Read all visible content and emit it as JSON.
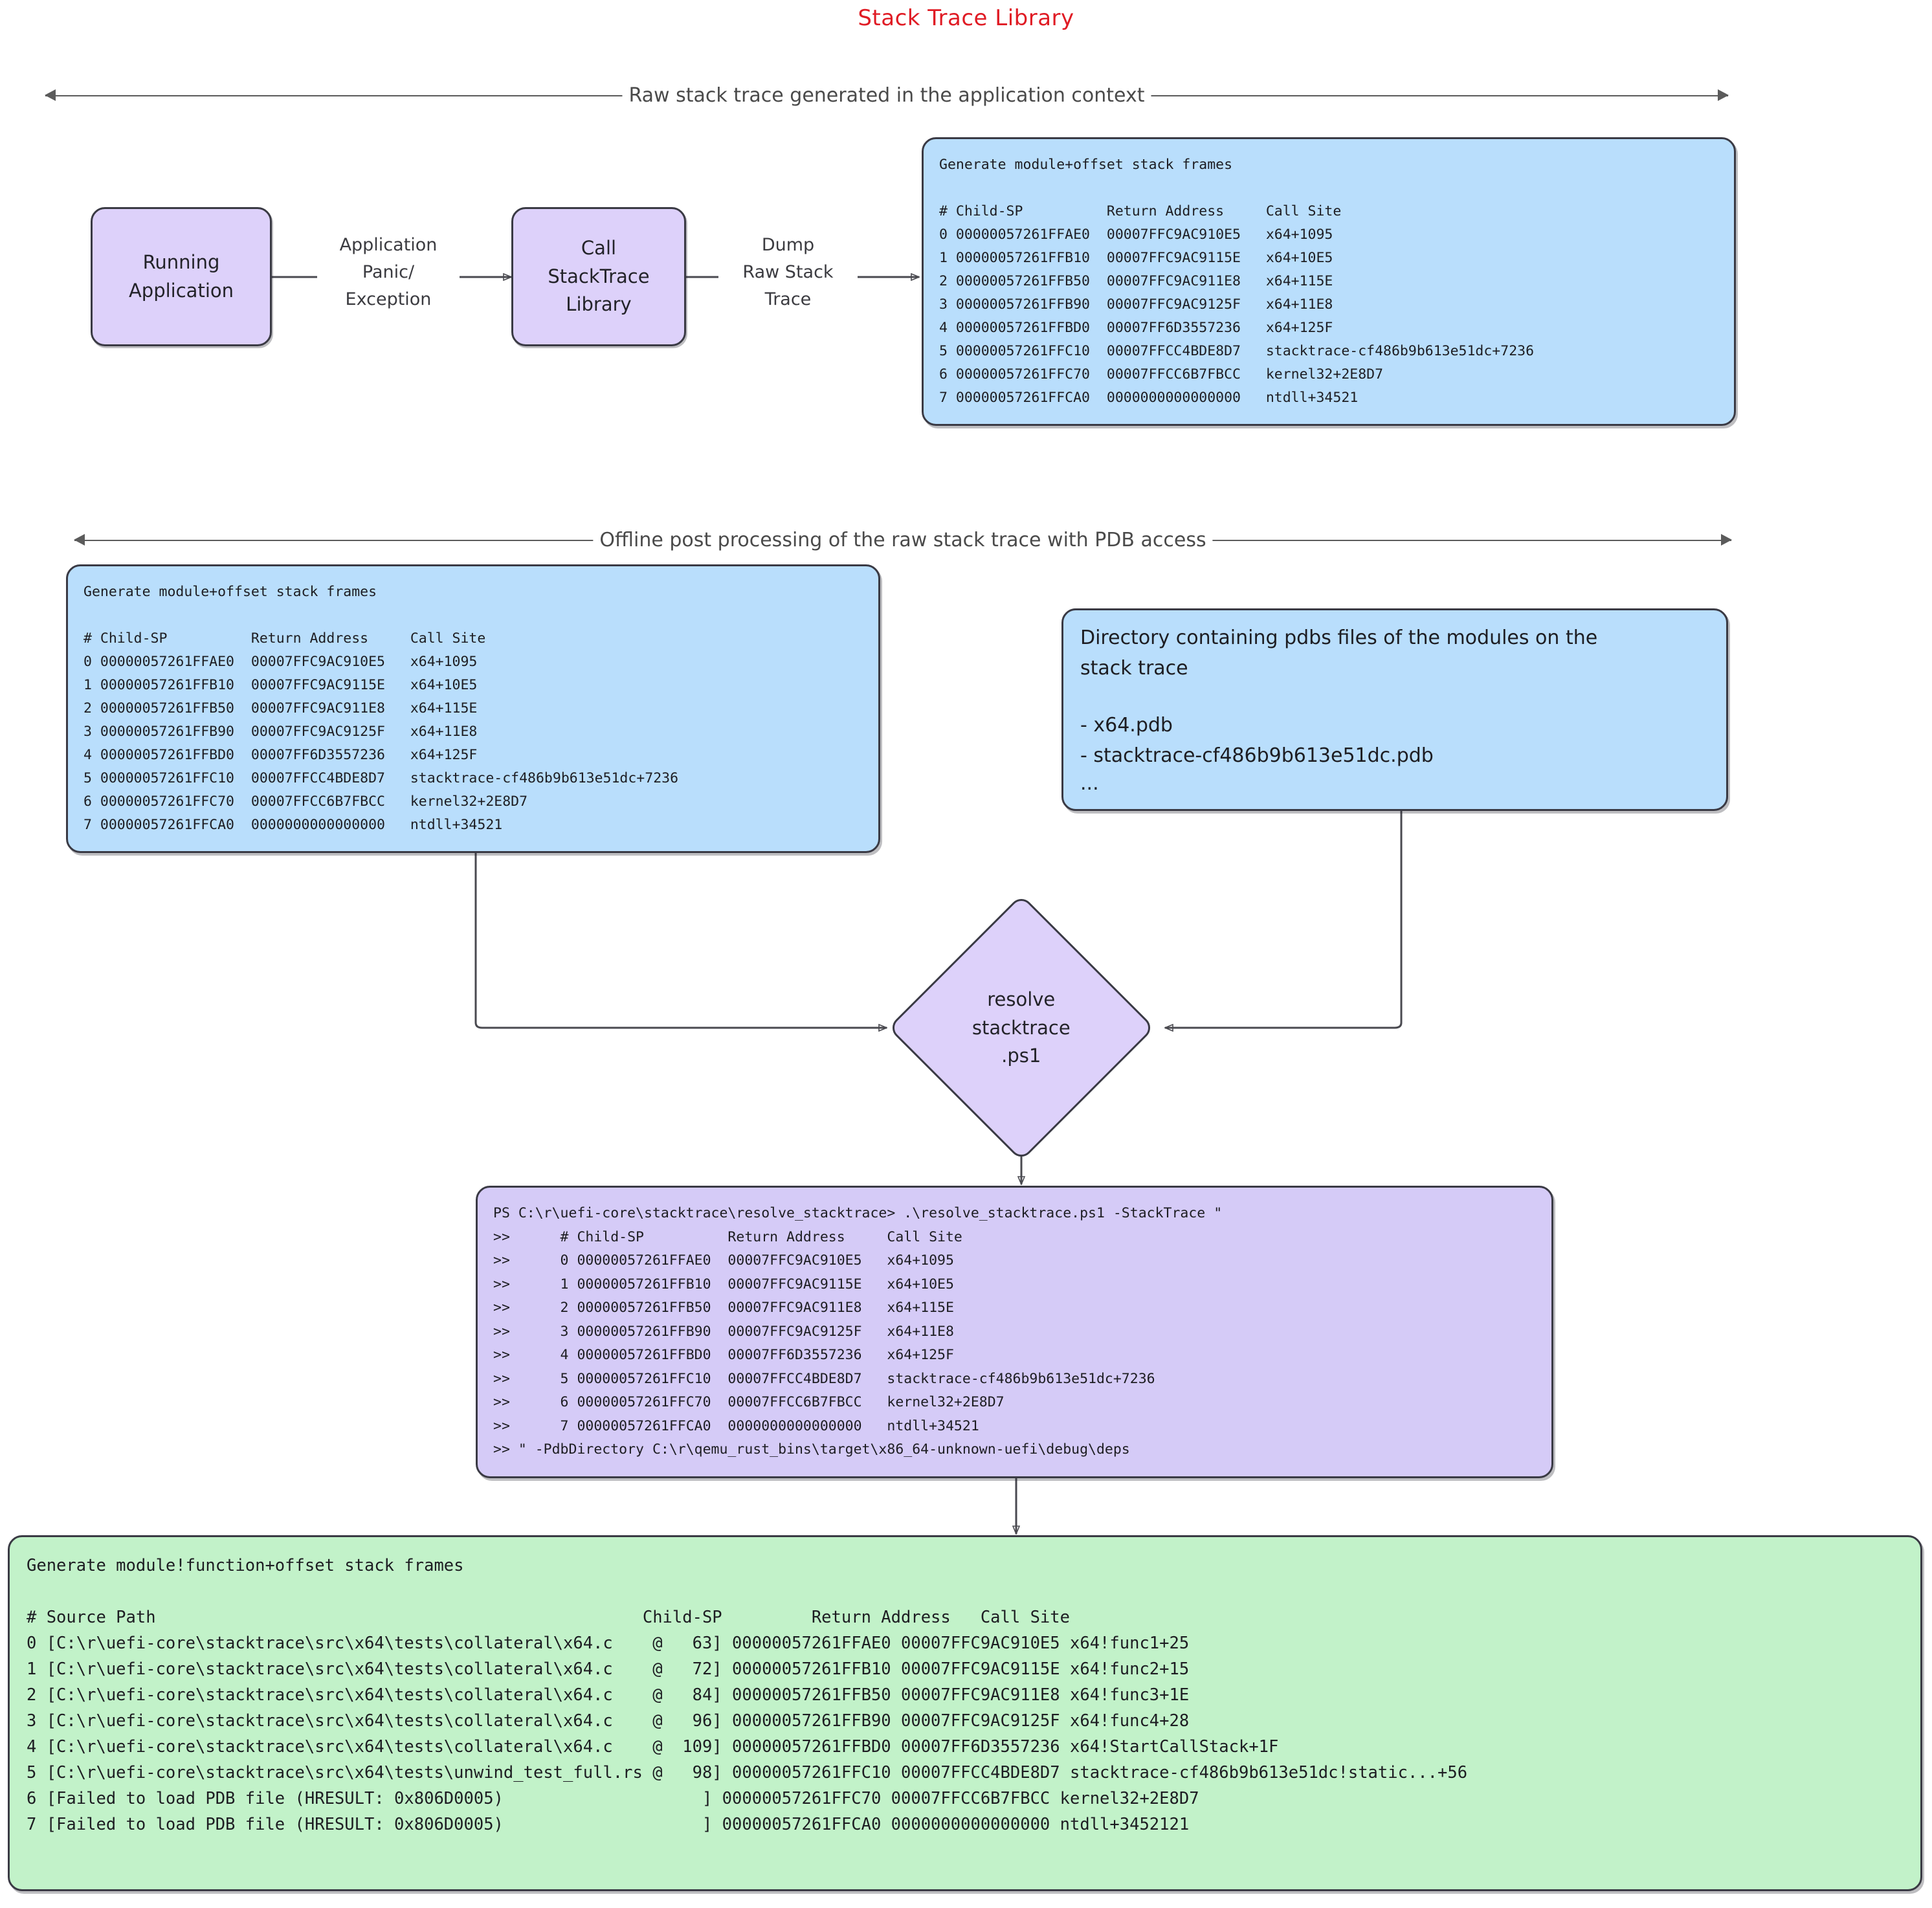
{
  "title": "Stack Trace Library",
  "sections": [
    {
      "id": "raw",
      "label": "Raw stack trace generated in the application context"
    },
    {
      "id": "offline",
      "label": "Offline post processing of the raw stack trace with PDB access"
    }
  ],
  "nodes": {
    "running_application": "Running\nApplication",
    "call_stacktrace_library": "Call\nStackTrace\nLibrary",
    "resolve_ps1": "resolve\nstacktrace\n.ps1"
  },
  "edge_labels": {
    "panic": "Application\nPanic/\nException",
    "dump": "Dump\nRaw Stack\nTrace"
  },
  "raw_trace_box": {
    "header": "Generate module+offset stack frames",
    "columns": [
      "#",
      "Child-SP",
      "Return Address",
      "Call Site"
    ],
    "rows": [
      {
        "n": "0",
        "child_sp": "00000057261FFAE0",
        "return_address": "00007FFC9AC910E5",
        "call_site": "x64+1095"
      },
      {
        "n": "1",
        "child_sp": "00000057261FFB10",
        "return_address": "00007FFC9AC9115E",
        "call_site": "x64+10E5"
      },
      {
        "n": "2",
        "child_sp": "00000057261FFB50",
        "return_address": "00007FFC9AC911E8",
        "call_site": "x64+115E"
      },
      {
        "n": "3",
        "child_sp": "00000057261FFB90",
        "return_address": "00007FFC9AC9125F",
        "call_site": "x64+11E8"
      },
      {
        "n": "4",
        "child_sp": "00000057261FFBD0",
        "return_address": "00007FF6D3557236",
        "call_site": "x64+125F"
      },
      {
        "n": "5",
        "child_sp": "00000057261FFC10",
        "return_address": "00007FFCC4BDE8D7",
        "call_site": "stacktrace-cf486b9b613e51dc+7236"
      },
      {
        "n": "6",
        "child_sp": "00000057261FFC70",
        "return_address": "00007FFCC6B7FBCC",
        "call_site": "kernel32+2E8D7"
      },
      {
        "n": "7",
        "child_sp": "00000057261FFCA0",
        "return_address": "0000000000000000",
        "call_site": "ntdll+34521"
      }
    ],
    "text": "Generate module+offset stack frames\n\n# Child-SP          Return Address     Call Site\n0 00000057261FFAE0  00007FFC9AC910E5   x64+1095\n1 00000057261FFB10  00007FFC9AC9115E   x64+10E5\n2 00000057261FFB50  00007FFC9AC911E8   x64+115E\n3 00000057261FFB90  00007FFC9AC9125F   x64+11E8\n4 00000057261FFBD0  00007FF6D3557236   x64+125F\n5 00000057261FFC10  00007FFCC4BDE8D7   stacktrace-cf486b9b613e51dc+7236\n6 00000057261FFC70  00007FFCC6B7FBCC   kernel32+2E8D7\n7 00000057261FFCA0  0000000000000000   ntdll+34521"
  },
  "raw_trace_box_2": {
    "header": "Generate module+offset stack frames",
    "text": "Generate module+offset stack frames\n\n# Child-SP          Return Address     Call Site\n0 00000057261FFAE0  00007FFC9AC910E5   x64+1095\n1 00000057261FFB10  00007FFC9AC9115E   x64+10E5\n2 00000057261FFB50  00007FFC9AC911E8   x64+115E\n3 00000057261FFB90  00007FFC9AC9125F   x64+11E8\n4 00000057261FFBD0  00007FF6D3557236   x64+125F\n5 00000057261FFC10  00007FFCC4BDE8D7   stacktrace-cf486b9b613e51dc+7236\n6 00000057261FFC70  00007FFCC6B7FBCC   kernel32+2E8D7\n7 00000057261FFCA0  0000000000000000   ntdll+34521"
  },
  "pdb_dir_box": {
    "description": "Directory containing pdbs files of the modules on the\nstack trace",
    "files": [
      "- x64.pdb",
      "- stacktrace-cf486b9b613e51dc.pdb",
      "..."
    ]
  },
  "ps_command_box": {
    "prompt": "PS C:\\r\\uefi-core\\stacktrace\\resolve_stacktrace> .\\resolve_stacktrace.ps1 -StackTrace \"",
    "text": "PS C:\\r\\uefi-core\\stacktrace\\resolve_stacktrace> .\\resolve_stacktrace.ps1 -StackTrace \"\n>>      # Child-SP          Return Address     Call Site\n>>      0 00000057261FFAE0  00007FFC9AC910E5   x64+1095\n>>      1 00000057261FFB10  00007FFC9AC9115E   x64+10E5\n>>      2 00000057261FFB50  00007FFC9AC911E8   x64+115E\n>>      3 00000057261FFB90  00007FFC9AC9125F   x64+11E8\n>>      4 00000057261FFBD0  00007FF6D3557236   x64+125F\n>>      5 00000057261FFC10  00007FFCC4BDE8D7   stacktrace-cf486b9b613e51dc+7236\n>>      6 00000057261FFC70  00007FFCC6B7FBCC   kernel32+2E8D7\n>>      7 00000057261FFCA0  0000000000000000   ntdll+34521\n>> \" -PdbDirectory C:\\r\\qemu_rust_bins\\target\\x86_64-unknown-uefi\\debug\\deps",
    "pdb_directory": "C:\\r\\qemu_rust_bins\\target\\x86_64-unknown-uefi\\debug\\deps"
  },
  "resolved_box": {
    "header": "Generate module!function+offset stack frames",
    "columns": [
      "#",
      "Source Path",
      "Child-SP",
      "Return Address",
      "Call Site"
    ],
    "rows": [
      {
        "n": "0",
        "source_path": "[C:\\r\\uefi-core\\stacktrace\\src\\x64\\tests\\collateral\\x64.c",
        "line": "63]",
        "child_sp": "00000057261FFAE0",
        "return_address": "00007FFC9AC910E5",
        "call_site": "x64!func1+25"
      },
      {
        "n": "1",
        "source_path": "[C:\\r\\uefi-core\\stacktrace\\src\\x64\\tests\\collateral\\x64.c",
        "line": "72]",
        "child_sp": "00000057261FFB10",
        "return_address": "00007FFC9AC9115E",
        "call_site": "x64!func2+15"
      },
      {
        "n": "2",
        "source_path": "[C:\\r\\uefi-core\\stacktrace\\src\\x64\\tests\\collateral\\x64.c",
        "line": "84]",
        "child_sp": "00000057261FFB50",
        "return_address": "00007FFC9AC911E8",
        "call_site": "x64!func3+1E"
      },
      {
        "n": "3",
        "source_path": "[C:\\r\\uefi-core\\stacktrace\\src\\x64\\tests\\collateral\\x64.c",
        "line": "96]",
        "child_sp": "00000057261FFB90",
        "return_address": "00007FFC9AC9125F",
        "call_site": "x64!func4+28"
      },
      {
        "n": "4",
        "source_path": "[C:\\r\\uefi-core\\stacktrace\\src\\x64\\tests\\collateral\\x64.c",
        "line": "109]",
        "child_sp": "00000057261FFBD0",
        "return_address": "00007FF6D3557236",
        "call_site": "x64!StartCallStack+1F"
      },
      {
        "n": "5",
        "source_path": "[C:\\r\\uefi-core\\stacktrace\\src\\x64\\tests\\unwind_test_full.rs",
        "line": "98]",
        "child_sp": "00000057261FFC10",
        "return_address": "00007FFCC4BDE8D7",
        "call_site": "stacktrace-cf486b9b613e51dc!static...+56"
      },
      {
        "n": "6",
        "source_path": "[Failed to load PDB file (HRESULT: 0x806D0005)",
        "line": "]",
        "child_sp": "00000057261FFC70",
        "return_address": "00007FFCC6B7FBCC",
        "call_site": "kernel32+2E8D7"
      },
      {
        "n": "7",
        "source_path": "[Failed to load PDB file (HRESULT: 0x806D0005)",
        "line": "]",
        "child_sp": "00000057261FFCA0",
        "return_address": "0000000000000000",
        "call_site": "ntdll+3452121"
      }
    ],
    "text": "Generate module!function+offset stack frames\n\n# Source Path                                                 Child-SP         Return Address   Call Site\n0 [C:\\r\\uefi-core\\stacktrace\\src\\x64\\tests\\collateral\\x64.c    @   63] 00000057261FFAE0 00007FFC9AC910E5 x64!func1+25\n1 [C:\\r\\uefi-core\\stacktrace\\src\\x64\\tests\\collateral\\x64.c    @   72] 00000057261FFB10 00007FFC9AC9115E x64!func2+15\n2 [C:\\r\\uefi-core\\stacktrace\\src\\x64\\tests\\collateral\\x64.c    @   84] 00000057261FFB50 00007FFC9AC911E8 x64!func3+1E\n3 [C:\\r\\uefi-core\\stacktrace\\src\\x64\\tests\\collateral\\x64.c    @   96] 00000057261FFB90 00007FFC9AC9125F x64!func4+28\n4 [C:\\r\\uefi-core\\stacktrace\\src\\x64\\tests\\collateral\\x64.c    @  109] 00000057261FFBD0 00007FF6D3557236 x64!StartCallStack+1F\n5 [C:\\r\\uefi-core\\stacktrace\\src\\x64\\tests\\unwind_test_full.rs @   98] 00000057261FFC10 00007FFCC4BDE8D7 stacktrace-cf486b9b613e51dc!static...+56\n6 [Failed to load PDB file (HRESULT: 0x806D0005)                    ] 00000057261FFC70 00007FFCC6B7FBCC kernel32+2E8D7\n7 [Failed to load PDB file (HRESULT: 0x806D0005)                    ] 00000057261FFCA0 0000000000000000 ntdll+3452121"
  },
  "colors": {
    "title": "#e01b24",
    "node_purple": "#ddd1fa",
    "box_blue": "#b9defc",
    "box_purple": "#d5cbf7",
    "box_green": "#c2f2c9",
    "stroke": "#3a3a44"
  }
}
